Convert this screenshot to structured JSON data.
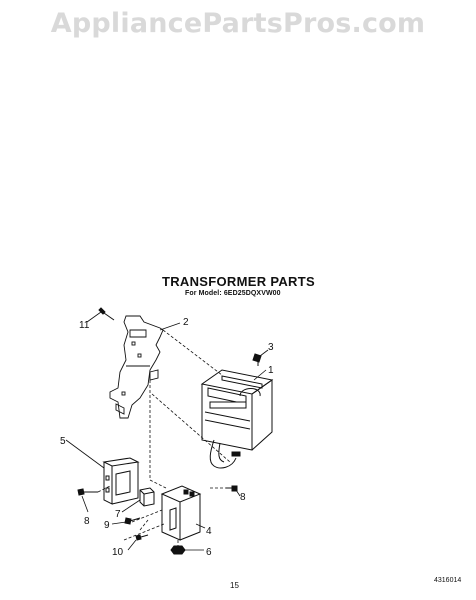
{
  "watermark": "AppliancePartsPros.com",
  "title": "TRANSFORMER PARTS",
  "subtitle": "For Model: 6ED25DQXVW00",
  "page_number": "15",
  "document_number": "4316014",
  "callouts": [
    "1",
    "2",
    "3",
    "4",
    "5",
    "6",
    "7",
    "8",
    "8",
    "9",
    "10",
    "11"
  ]
}
